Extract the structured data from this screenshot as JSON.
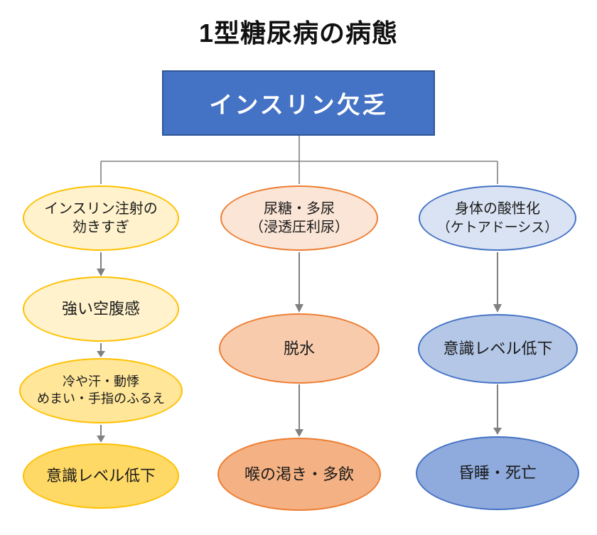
{
  "title": "1型糖尿病の病態",
  "root": {
    "label": "インスリン欠乏",
    "fill": "#4472C4",
    "border": "#2F5597",
    "text_color": "#FFFFFF"
  },
  "connector_color": "#808080",
  "columns": [
    {
      "name": "hypoglycemia-path",
      "border": "#FFC000",
      "nodes": [
        {
          "lines": [
            "インスリン注射の",
            "効きすぎ"
          ],
          "fill": "#FFF2CC"
        },
        {
          "lines": [
            "強い空腹感"
          ],
          "fill": "#FFF2CC"
        },
        {
          "lines": [
            "冷や汗・動悸",
            "めまい・手指のふるえ"
          ],
          "fill": "#FFE699"
        },
        {
          "lines": [
            "意識レベル低下"
          ],
          "fill": "#FFD966"
        }
      ]
    },
    {
      "name": "osmotic-diuresis-path",
      "border": "#ED7D31",
      "nodes": [
        {
          "lines": [
            "尿糖・多尿",
            "（浸透圧利尿）"
          ],
          "fill": "#FBE5D6"
        },
        {
          "lines": [
            "脱水"
          ],
          "fill": "#F8CBAD"
        },
        {
          "lines": [
            "喉の渇き・多飲"
          ],
          "fill": "#F4B183"
        }
      ]
    },
    {
      "name": "ketoacidosis-path",
      "border": "#4472C4",
      "nodes": [
        {
          "lines": [
            "身体の酸性化",
            "（ケトアドーシス）"
          ],
          "fill": "#DAE3F3"
        },
        {
          "lines": [
            "意識レベル低下"
          ],
          "fill": "#B4C7E7"
        },
        {
          "lines": [
            "昏睡・死亡"
          ],
          "fill": "#8FAADC"
        }
      ]
    }
  ]
}
